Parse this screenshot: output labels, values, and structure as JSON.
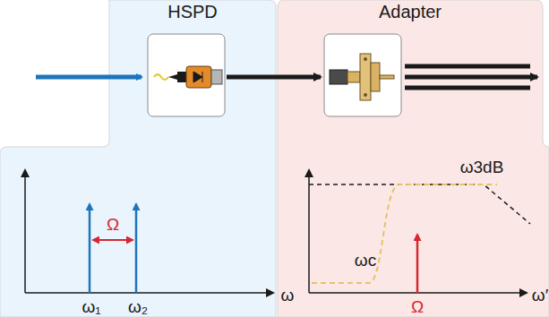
{
  "diagram": {
    "nodes": [
      {
        "text": [
          "HSPD"
        ]
      },
      {
        "text": [
          "Adapter"
        ]
      }
    ],
    "labels": [
      "Ω",
      "ω₁",
      "ω₂",
      "ω",
      "ωc",
      "ω3dB",
      "Ω",
      "ω′"
    ]
  }
}
